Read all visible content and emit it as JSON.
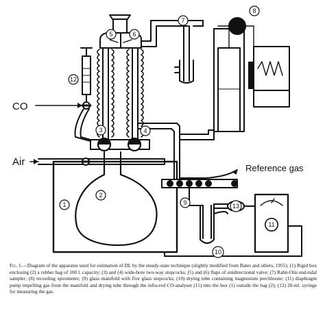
{
  "labels": {
    "co": "CO",
    "air": "Air",
    "reference_gas": "Reference gas",
    "callouts": [
      "1",
      "2",
      "3",
      "4",
      "5",
      "6",
      "7",
      "8",
      "9",
      "10",
      "11",
      "12",
      "13"
    ]
  },
  "caption": {
    "fig_label": "Fig. 1.",
    "text": "—Diagram of the apparatus used for estimation of DL by the steady-state technique (slightly modified from Bates and others, 1955). (1) Rigid box enclosing (2) a rubber bag of 100 l. capacity; (3) and (4) wide-bore two-way stopcocks; (5) and (6) flaps of unidirectional valve; (7) Rahn-Otis end-tidal sampler; (8) recording spirometer; (9) glass manifold with five glass stopcocks; (10) drying tube containing magnesium perchlorate; (11) diaphragm pump impelling gas from the manifold and drying tube through the infra-red CO-analyser (11) into the box (1) outside the bag (2); (12) 20-ml. syringe for measuring the gas."
  }
}
